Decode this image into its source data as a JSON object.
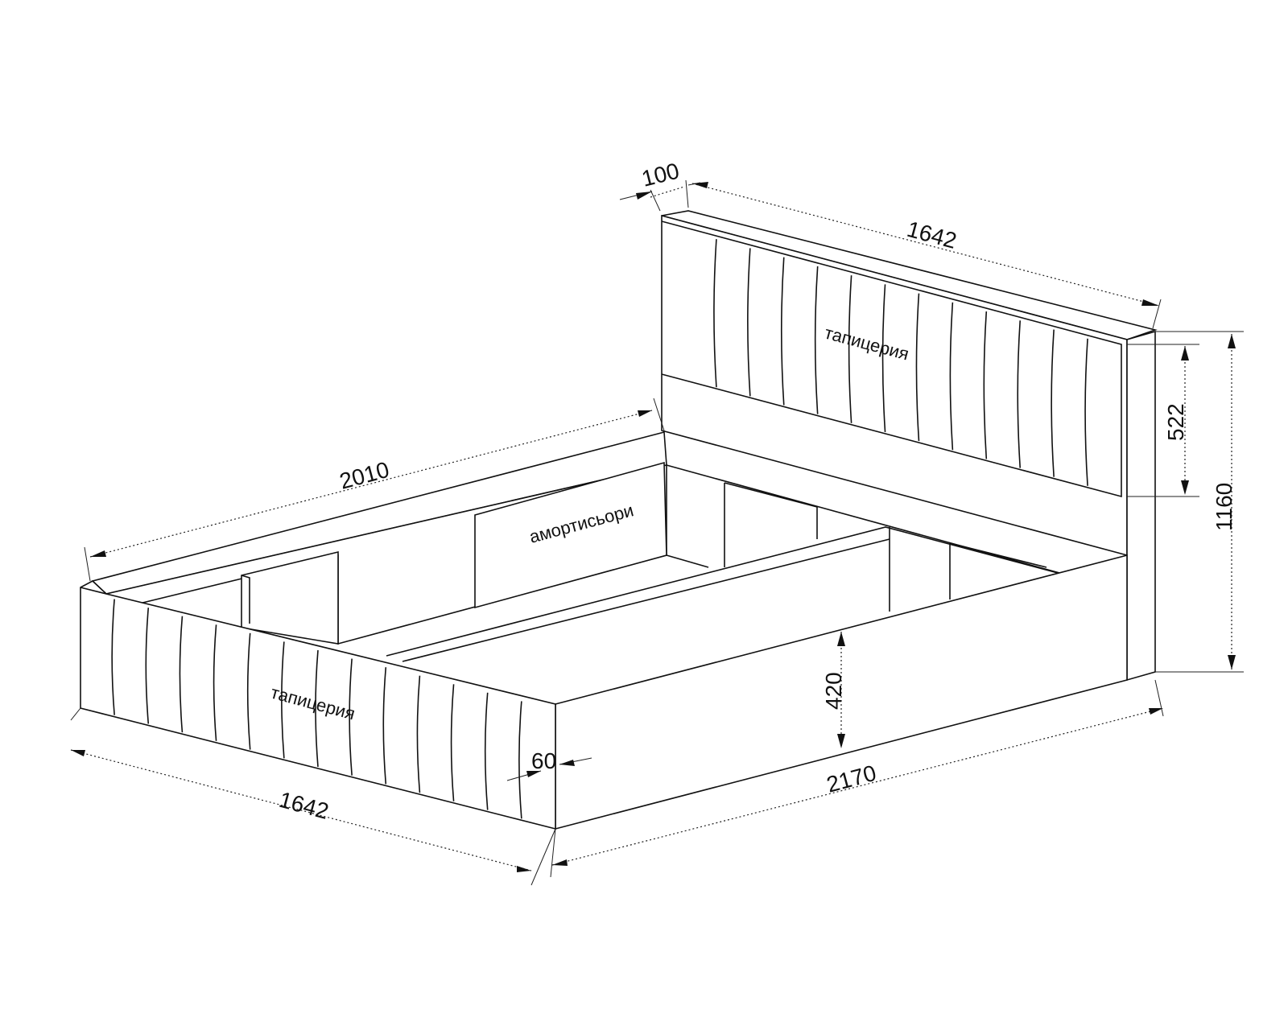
{
  "dimensions": {
    "headboard_thickness": "100",
    "headboard_width": "1642",
    "side_length": "2010",
    "upholstery_height": "522",
    "total_height": "1160",
    "frame_height": "420",
    "panel_thickness": "60",
    "total_length": "2170",
    "foot_width": "1642"
  },
  "labels": {
    "headboard_upholstery": "тапицерия",
    "foot_upholstery": "тапицерия",
    "shock_absorbers": "амортисьори"
  }
}
